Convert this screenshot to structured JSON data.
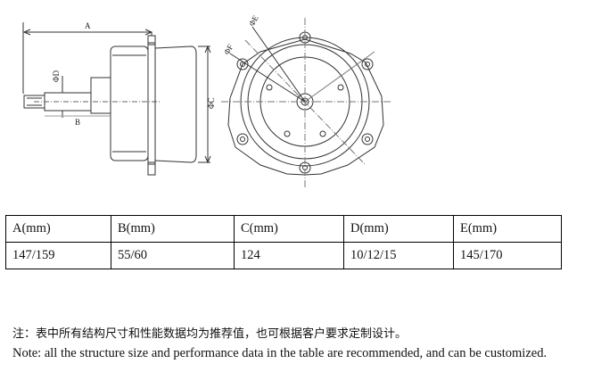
{
  "drawing": {
    "labels": {
      "a": "A",
      "b": "B",
      "c": "ΦC",
      "d": "ΦD",
      "e": "ΦE",
      "f": "ΦF"
    }
  },
  "table": {
    "headers": [
      "A(mm)",
      "B(mm)",
      "C(mm)",
      "D(mm)",
      "E(mm)"
    ],
    "row": [
      "147/159",
      "55/60",
      "124",
      "10/12/15",
      "145/170"
    ]
  },
  "notes": {
    "chinese": "注：表中所有结构尺寸和性能数据均为推荐值，也可根据客户要求定制设计。",
    "english": "Note: all the structure size and performance data in the table are recommended, and can be customized."
  }
}
